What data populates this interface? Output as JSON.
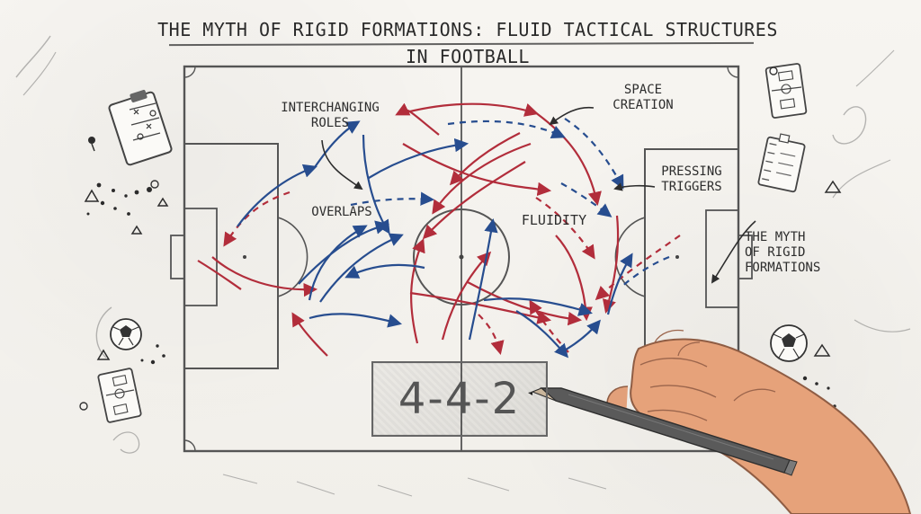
{
  "header": {
    "title": "THE MYTH OF RIGID FORMATIONS: FLUID TACTICAL STRUCTURES IN FOOTBALL"
  },
  "annotations": {
    "interchanging_roles": "INTERCHANGING\nROLES",
    "space_creation": "SPACE\nCREATION",
    "overlaps": "OVERLAPS",
    "fluidity": "FLUIDITY",
    "pressing_triggers": "PRESSING\nTRIGGERS",
    "myth_rigid_formations": "THE MYTH\nOF RIGID\nFORMATIONS"
  },
  "formation_box": {
    "text": "4-4-2"
  },
  "colors": {
    "red": "#b22d3b",
    "blue": "#274d8f",
    "ink": "#2d2d2d",
    "skin": "#e6a27a",
    "pencil": "#555"
  },
  "icons": {
    "tactics_board": "tactics-board-icon",
    "field_card": "field-card-icon",
    "notebook": "notebook-icon",
    "football": "football-icon",
    "pencil": "pencil-icon",
    "hand": "hand-icon"
  }
}
